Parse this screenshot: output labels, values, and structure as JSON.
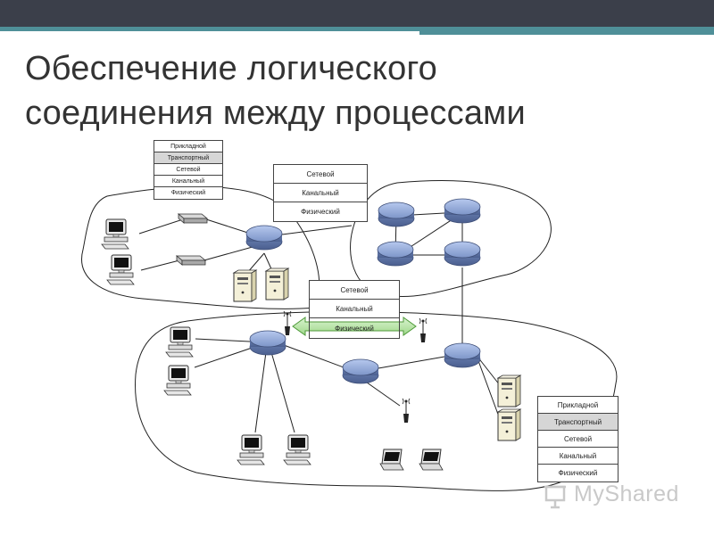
{
  "title": {
    "line1": "Обеспечение логического",
    "line2": "соединения между процессами"
  },
  "colors": {
    "topbar_dark": "#3b3f4a",
    "topbar_teal": "#4f8f98",
    "node_fill": "#8fa6d6",
    "link_arrow": "#b9e7a7",
    "highlight": "#d6d6d6"
  },
  "stacks": {
    "top_left": {
      "layers": [
        "Прикладной",
        "Транспортный",
        "Сетевой",
        "Канальный",
        "Физический"
      ],
      "highlighted": "Транспортный"
    },
    "top_middle": {
      "layers": [
        "Сетевой",
        "Канальный",
        "Физический"
      ]
    },
    "center": {
      "layers": [
        "Сетевой",
        "Канальный",
        "Физический"
      ]
    },
    "bottom_right": {
      "layers": [
        "Прикладной",
        "Транспортный",
        "Сетевой",
        "Канальный",
        "Физический"
      ],
      "highlighted": "Транспортный"
    }
  },
  "icons": {
    "router": "router-icon",
    "desktop": "desktop-computer-icon",
    "server": "server-tower-icon",
    "laptop": "laptop-icon",
    "switch": "switch-icon",
    "antenna": "radio-antenna-icon",
    "presentation": "presentation-board-icon"
  },
  "watermark": {
    "text": "MyShared"
  }
}
